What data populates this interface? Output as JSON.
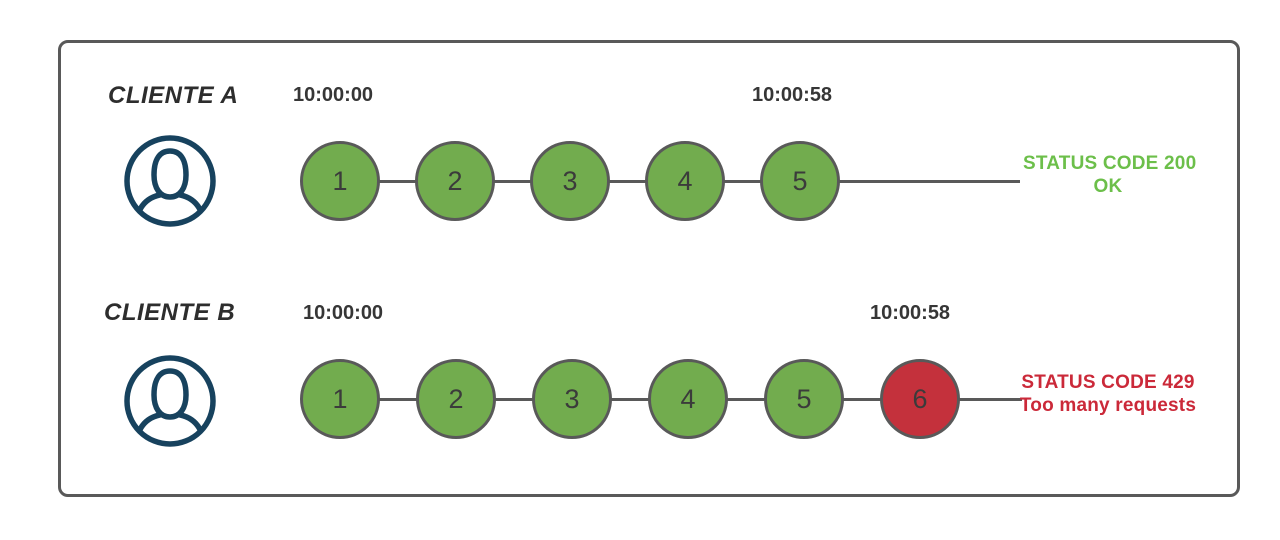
{
  "colors": {
    "frame": "#595959",
    "wire": "#595959",
    "circle_green": "#72ac4e",
    "circle_red": "#c4313c",
    "digit": "#3b3b3b",
    "label": "#2d2d2d",
    "ts": "#363636",
    "status_green": "#6cbf4a",
    "status_red": "#cb2939",
    "navy": "#17425e"
  },
  "rows": [
    {
      "client_label": "CLIENTE A",
      "start_time": "10:00:00",
      "end_time": "10:00:58",
      "steps": [
        "1",
        "2",
        "3",
        "4",
        "5"
      ],
      "status": {
        "code_line": "STATUS CODE 200",
        "message_line": "OK"
      }
    },
    {
      "client_label": "CLIENTE B",
      "start_time": "10:00:00",
      "end_time": "10:00:58",
      "steps": [
        "1",
        "2",
        "3",
        "4",
        "5",
        "6"
      ],
      "status": {
        "code_line": "STATUS CODE 429",
        "message_line": "Too many requests"
      }
    }
  ]
}
